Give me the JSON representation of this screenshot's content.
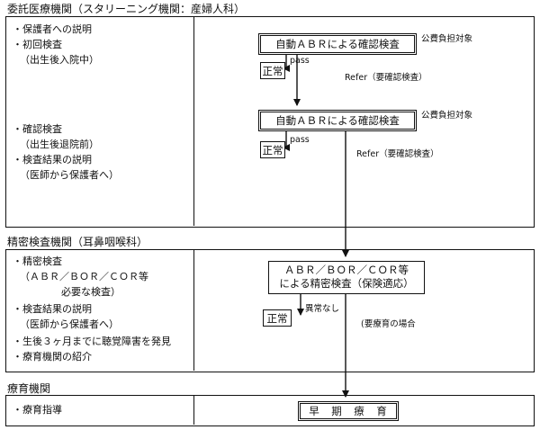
{
  "sections": {
    "s1_title": "委託医療機関（スタリーニング機関：産婦人科）",
    "s2_title": "精密検査機関（耳鼻咽喉科）",
    "s3_title": "療育機関"
  },
  "s1_items": {
    "a": "・保護者への説明",
    "b": "・初回検査",
    "c": "（出生後入院中）",
    "d": "・確認検査",
    "e": "（出生後退院前）",
    "f": "・検査結果の説明",
    "g": "（医師から保護者へ）"
  },
  "s2_items": {
    "a": "・精密検査",
    "b": "（ＡＢＲ／ＢＯＲ／ＣＯＲ等",
    "c": "必要な検査）",
    "d": "・検査結果の説明",
    "e": "（医師から保護者へ）",
    "f": "・生後３ヶ月までに聴覚障害を発見",
    "g": "・療育機関の紹介"
  },
  "s3_items": {
    "a": "・療育指導"
  },
  "flow": {
    "initial_test": "自動ＡＢＲによる確認検査",
    "confirm_test": "自動ＡＢＲによる確認検査",
    "public_fund_1": "公費負担対象",
    "public_fund_2": "公費負担対象",
    "pass_1": "pass",
    "pass_2": "pass",
    "normal_1": "正常",
    "normal_2": "正常",
    "refer_1": "Refer（要確認検査）",
    "refer_2": "Refer（要確認検査）",
    "precise_line1": "ＡＢＲ／ＢＯＲ／ＣＯＲ等",
    "precise_line2": "による精密検査（保険適応）",
    "no_abnormal": "異常なし",
    "normal_3": "正常",
    "needs_care": "(要療育の場合",
    "early_care": "早　期　療　育"
  }
}
